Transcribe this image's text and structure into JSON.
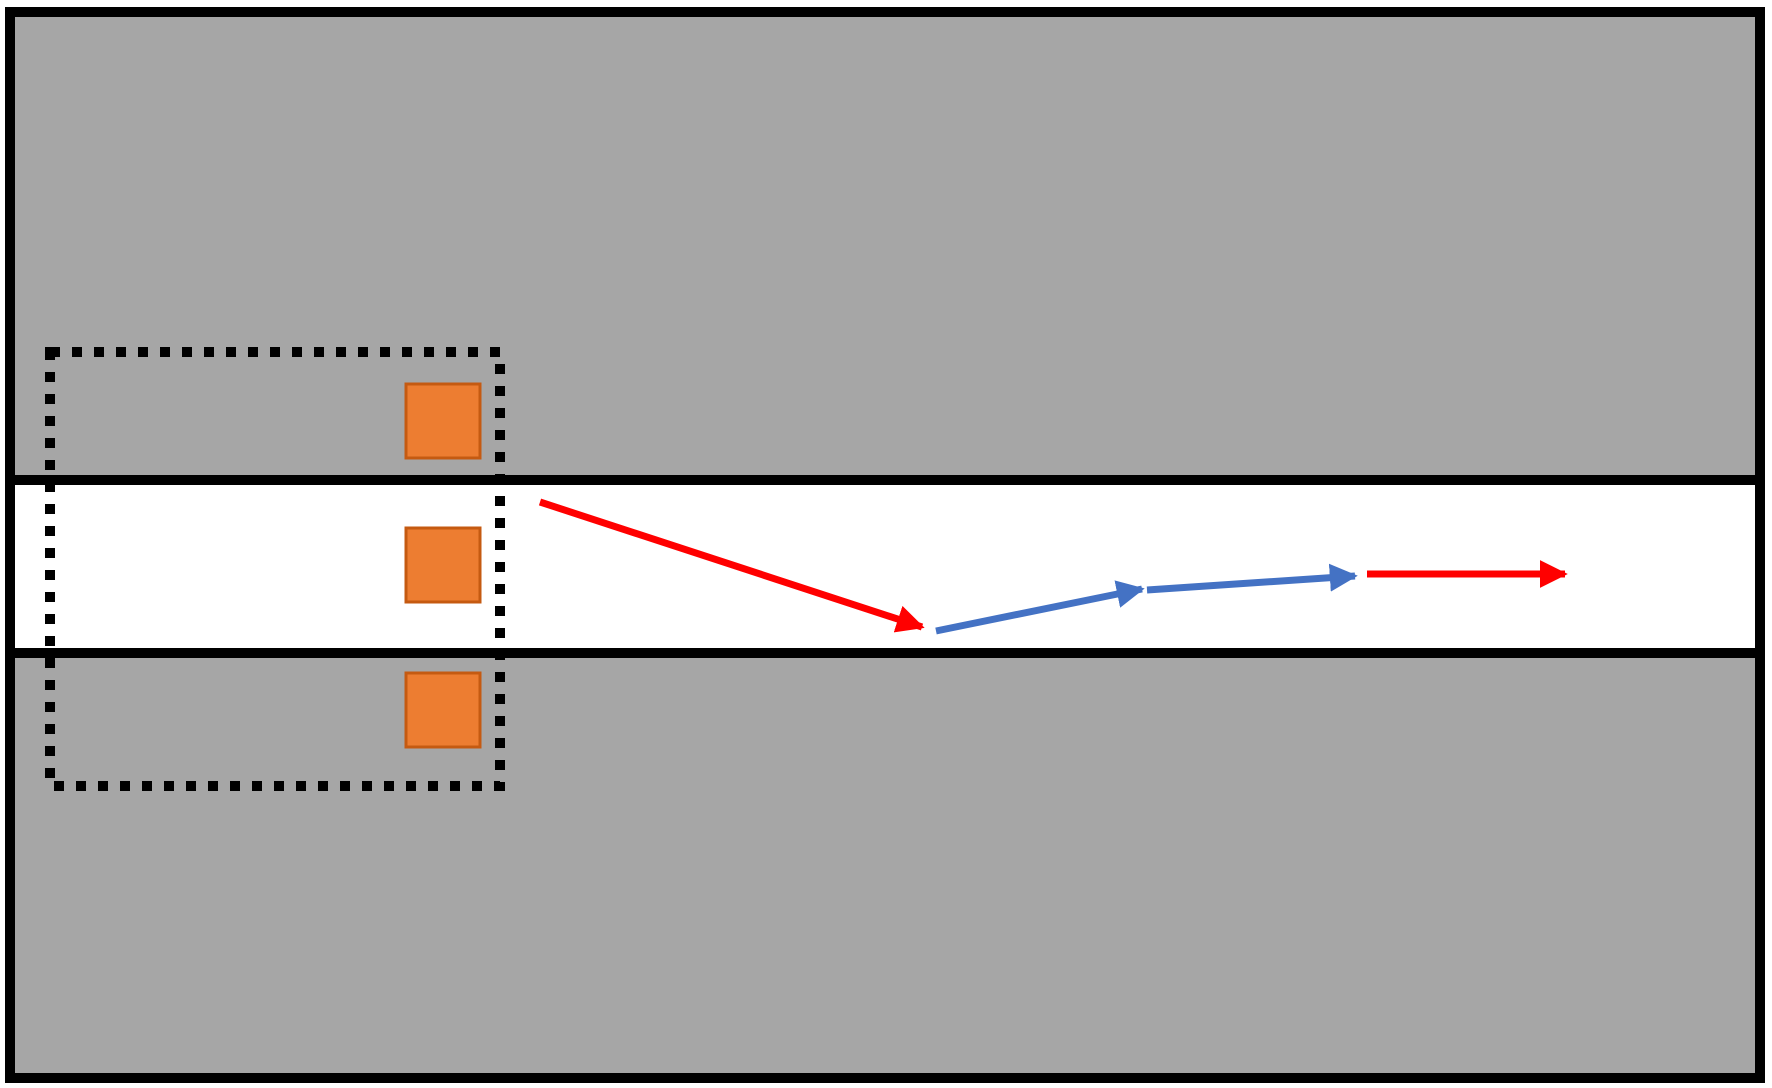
{
  "colors": {
    "outer_region": "#a6a6a6",
    "corridor": "#ffffff",
    "border": "#000000",
    "node_fill": "#ed7d31",
    "node_stroke": "#c55a11",
    "red_arrow": "#ff0000",
    "blue_arrow": "#4472c4",
    "dashed_group": "#000000"
  },
  "elements": {
    "nodes": 3,
    "arrows": [
      {
        "color": "red_arrow"
      },
      {
        "color": "blue_arrow"
      },
      {
        "color": "blue_arrow"
      },
      {
        "color": "red_arrow"
      }
    ]
  }
}
